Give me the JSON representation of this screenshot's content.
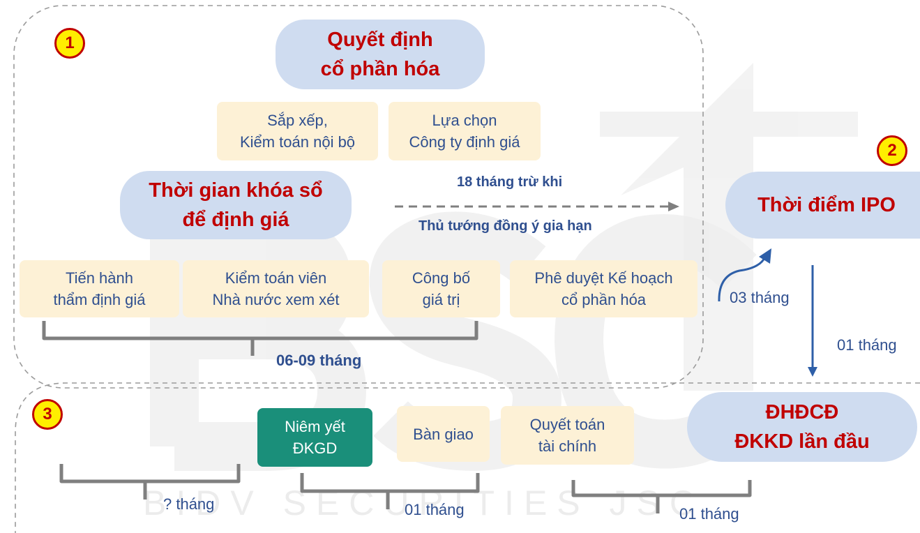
{
  "section1": {
    "badge": "1",
    "decision_pill": "Quyết định\ncổ phần hóa",
    "note_arrange": "Sắp xếp,\nKiểm toán nội bộ",
    "note_select": "Lựa chọn\nCông ty định giá",
    "lock_pill": "Thời gian khóa sổ\nđể định giá",
    "arrow_top_label": "18 tháng trừ khi",
    "arrow_bottom_label": "Thủ tướng đồng ý gia hạn",
    "note_valuation": "Tiến hành\nthẩm định giá",
    "note_audit": "Kiểm toán viên\nNhà nước xem xét",
    "note_announce": "Công bố\ngiá trị",
    "note_approve": "Phê duyệt Kế hoạch\ncổ phần hóa",
    "duration_label": "06-09 tháng"
  },
  "section2": {
    "badge": "2",
    "ipo_pill": "Thời điểm IPO",
    "curve_label": "03 tháng",
    "down_label": "01 tháng"
  },
  "section3": {
    "badge": "3",
    "agm_pill": "ĐHĐCĐ\nĐKKD lần đầu",
    "note_listing": "Niêm yết\nĐKGD",
    "note_handover": "Bàn giao",
    "note_settlement": "Quyết toán\ntài chính",
    "label_unknown": "? tháng",
    "label_one_a": "01 tháng",
    "label_one_b": "01 tháng"
  },
  "watermark": {
    "logo": "BSC",
    "caption": "BIDV SECURITIES JSC"
  },
  "colors": {
    "pill_bg": "#cfdcf0",
    "note_bg": "#fdf1d6",
    "title_red": "#c00000",
    "label_blue": "#2f4f8f",
    "listing_green": "#1a8f7a",
    "badge_yellow": "#ffee00"
  }
}
